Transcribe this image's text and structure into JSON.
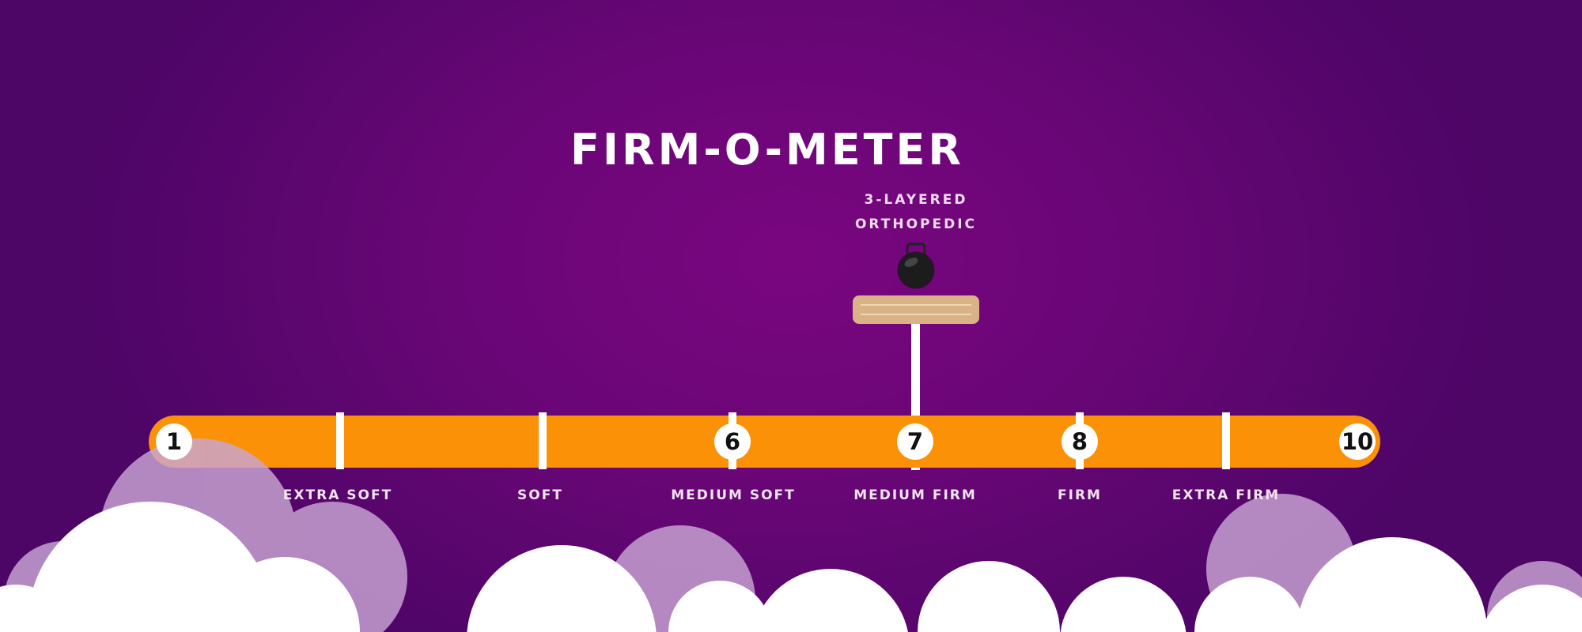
{
  "title": "FIRM-O-METER",
  "indicator": {
    "line1": "3-LAYERED",
    "line2": "ORTHOPEDIC",
    "value": 7
  },
  "scale": {
    "numbers": [
      "1",
      "6",
      "7",
      "8",
      "10"
    ],
    "labels": [
      "EXTRA SOFT",
      "SOFT",
      "MEDIUM SOFT",
      "MEDIUM FIRM",
      "FIRM",
      "EXTRA FIRM"
    ]
  },
  "colors": {
    "bar": "#fb9106",
    "background": "#6a0677"
  }
}
